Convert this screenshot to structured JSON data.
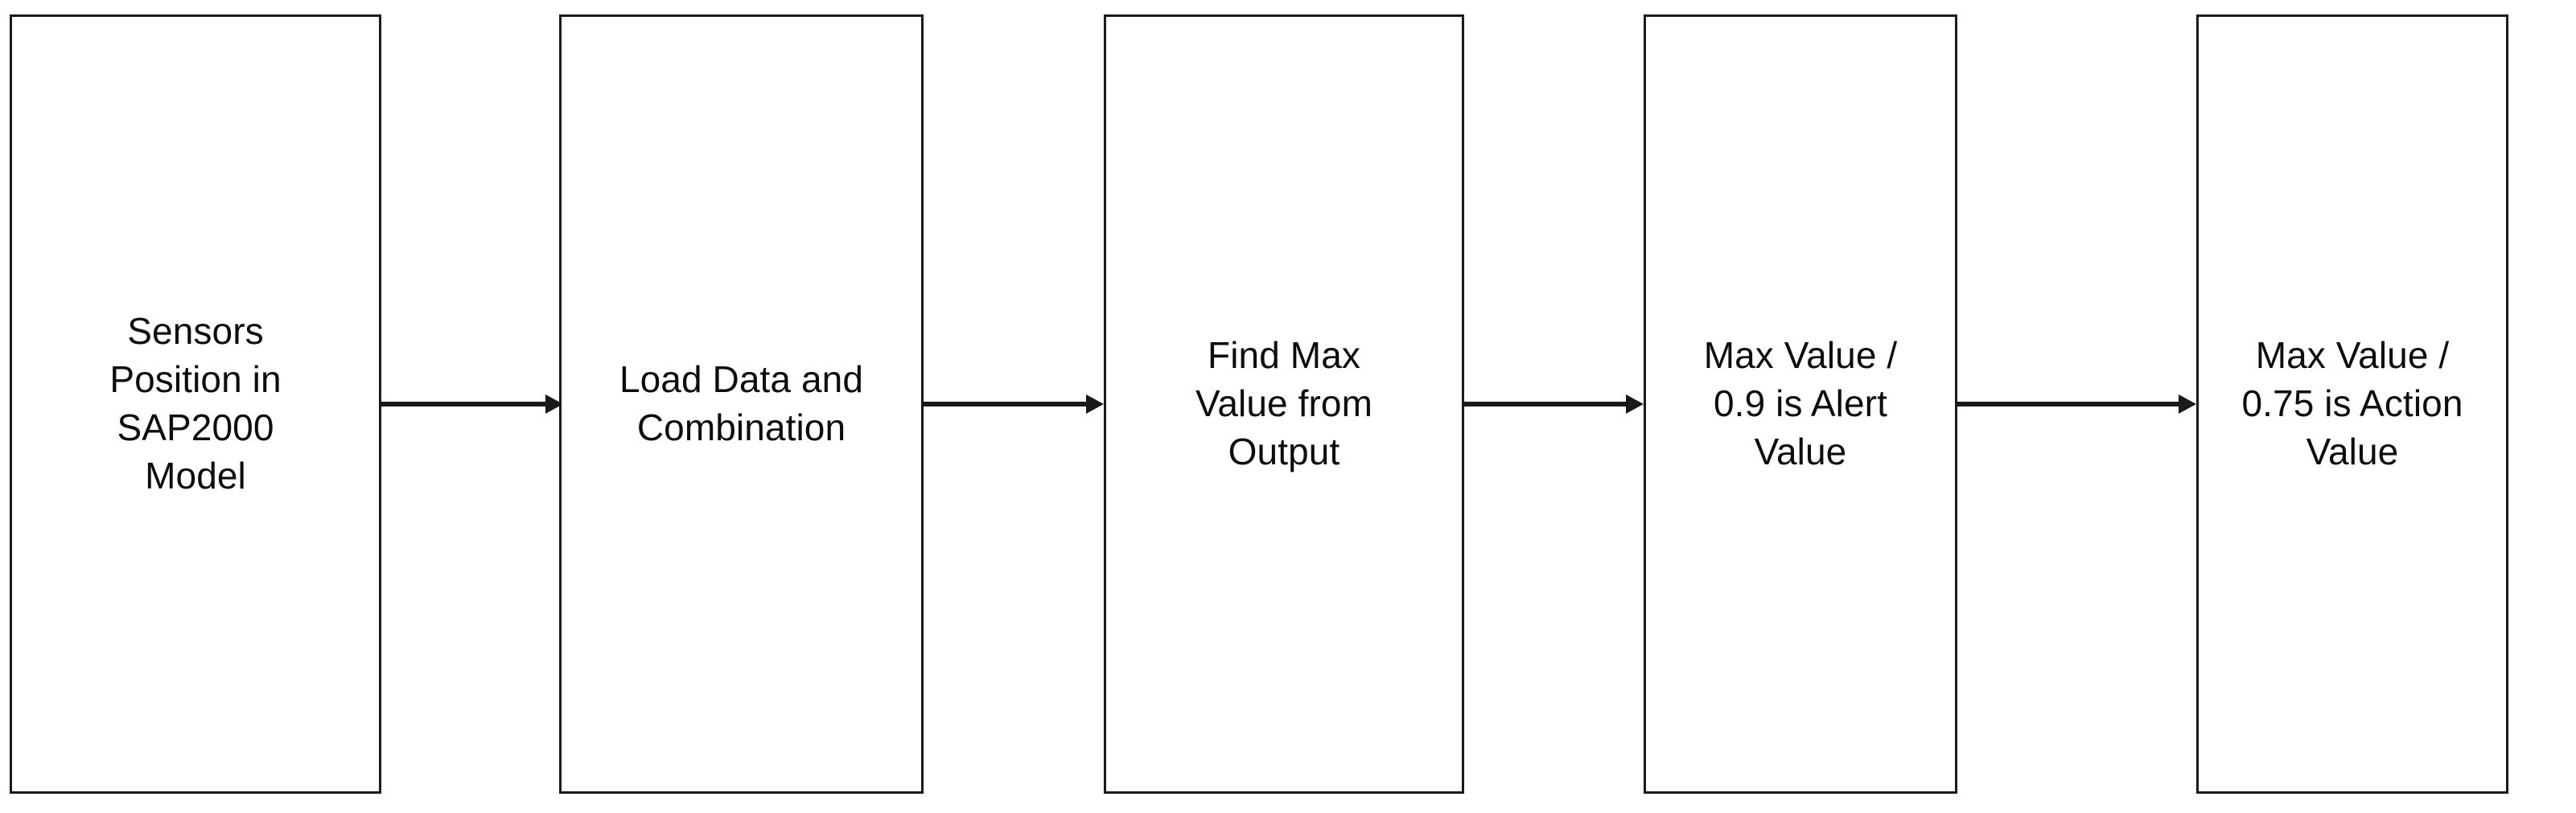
{
  "diagram": {
    "type": "flowchart",
    "orientation": "left-to-right",
    "background_color": "#ffffff",
    "stroke_color": "#1a1a1a",
    "text_color": "#0d0d0d",
    "nodes": [
      {
        "id": "node-1",
        "shape": "rectangle",
        "label": "Sensors\nPosition in\nSAP2000\nModel",
        "lines": [
          "Sensors",
          "Position in",
          "SAP2000",
          "Model"
        ]
      },
      {
        "id": "node-2",
        "shape": "rectangle",
        "label": "Load Data and\nCombination",
        "lines": [
          "Load Data and",
          "Combination"
        ]
      },
      {
        "id": "node-3",
        "shape": "rectangle",
        "label": "Find Max\nValue from\nOutput",
        "lines": [
          "Find Max",
          "Value from",
          "Output"
        ]
      },
      {
        "id": "node-4",
        "shape": "rectangle",
        "label": "Max Value /\n0.9 is Alert\nValue",
        "lines": [
          "Max Value /",
          "0.9 is Alert",
          "Value"
        ]
      },
      {
        "id": "node-5",
        "shape": "rectangle",
        "label": "Max Value /\n0.75 is Action\nValue",
        "lines": [
          "Max Value /",
          "0.75 is Action",
          "Value"
        ]
      }
    ],
    "edges": [
      {
        "id": "edge-1",
        "from": "node-1",
        "to": "node-2",
        "style": "solid-arrow",
        "label": ""
      },
      {
        "id": "edge-2",
        "from": "node-2",
        "to": "node-3",
        "style": "solid-arrow",
        "label": ""
      },
      {
        "id": "edge-3",
        "from": "node-3",
        "to": "node-4",
        "style": "solid-arrow",
        "label": ""
      },
      {
        "id": "edge-4",
        "from": "node-4",
        "to": "node-5",
        "style": "solid-arrow",
        "label": ""
      }
    ]
  }
}
